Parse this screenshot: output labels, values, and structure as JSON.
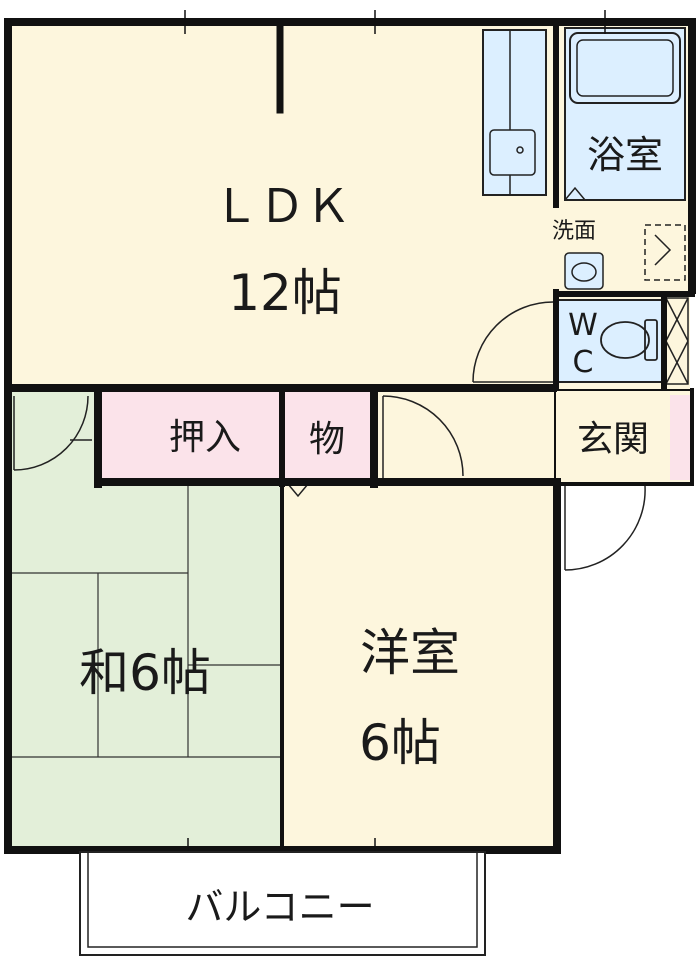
{
  "rooms": {
    "ldk": {
      "name": "ＬＤＫ",
      "size": "12帖"
    },
    "bath": {
      "name": "浴室"
    },
    "washroom": {
      "name": "洗面"
    },
    "toilet": {
      "line1": "W",
      "line2": "C"
    },
    "closet": {
      "left": "押入",
      "right": "物"
    },
    "entrance": {
      "name": "玄関"
    },
    "washitsu": {
      "name": "和6帖"
    },
    "youshitsu": {
      "name": "洋室",
      "size": "6帖"
    },
    "balcony": {
      "name": "バルコニー"
    }
  },
  "colors": {
    "wall": "#111111",
    "ldk": "#fdf6dd",
    "youshitsu": "#fdf6dd",
    "tatami": "#e3efd9",
    "closet": "#fbe3ea",
    "wet": "#dcefff",
    "balcony": "#ffffff"
  }
}
